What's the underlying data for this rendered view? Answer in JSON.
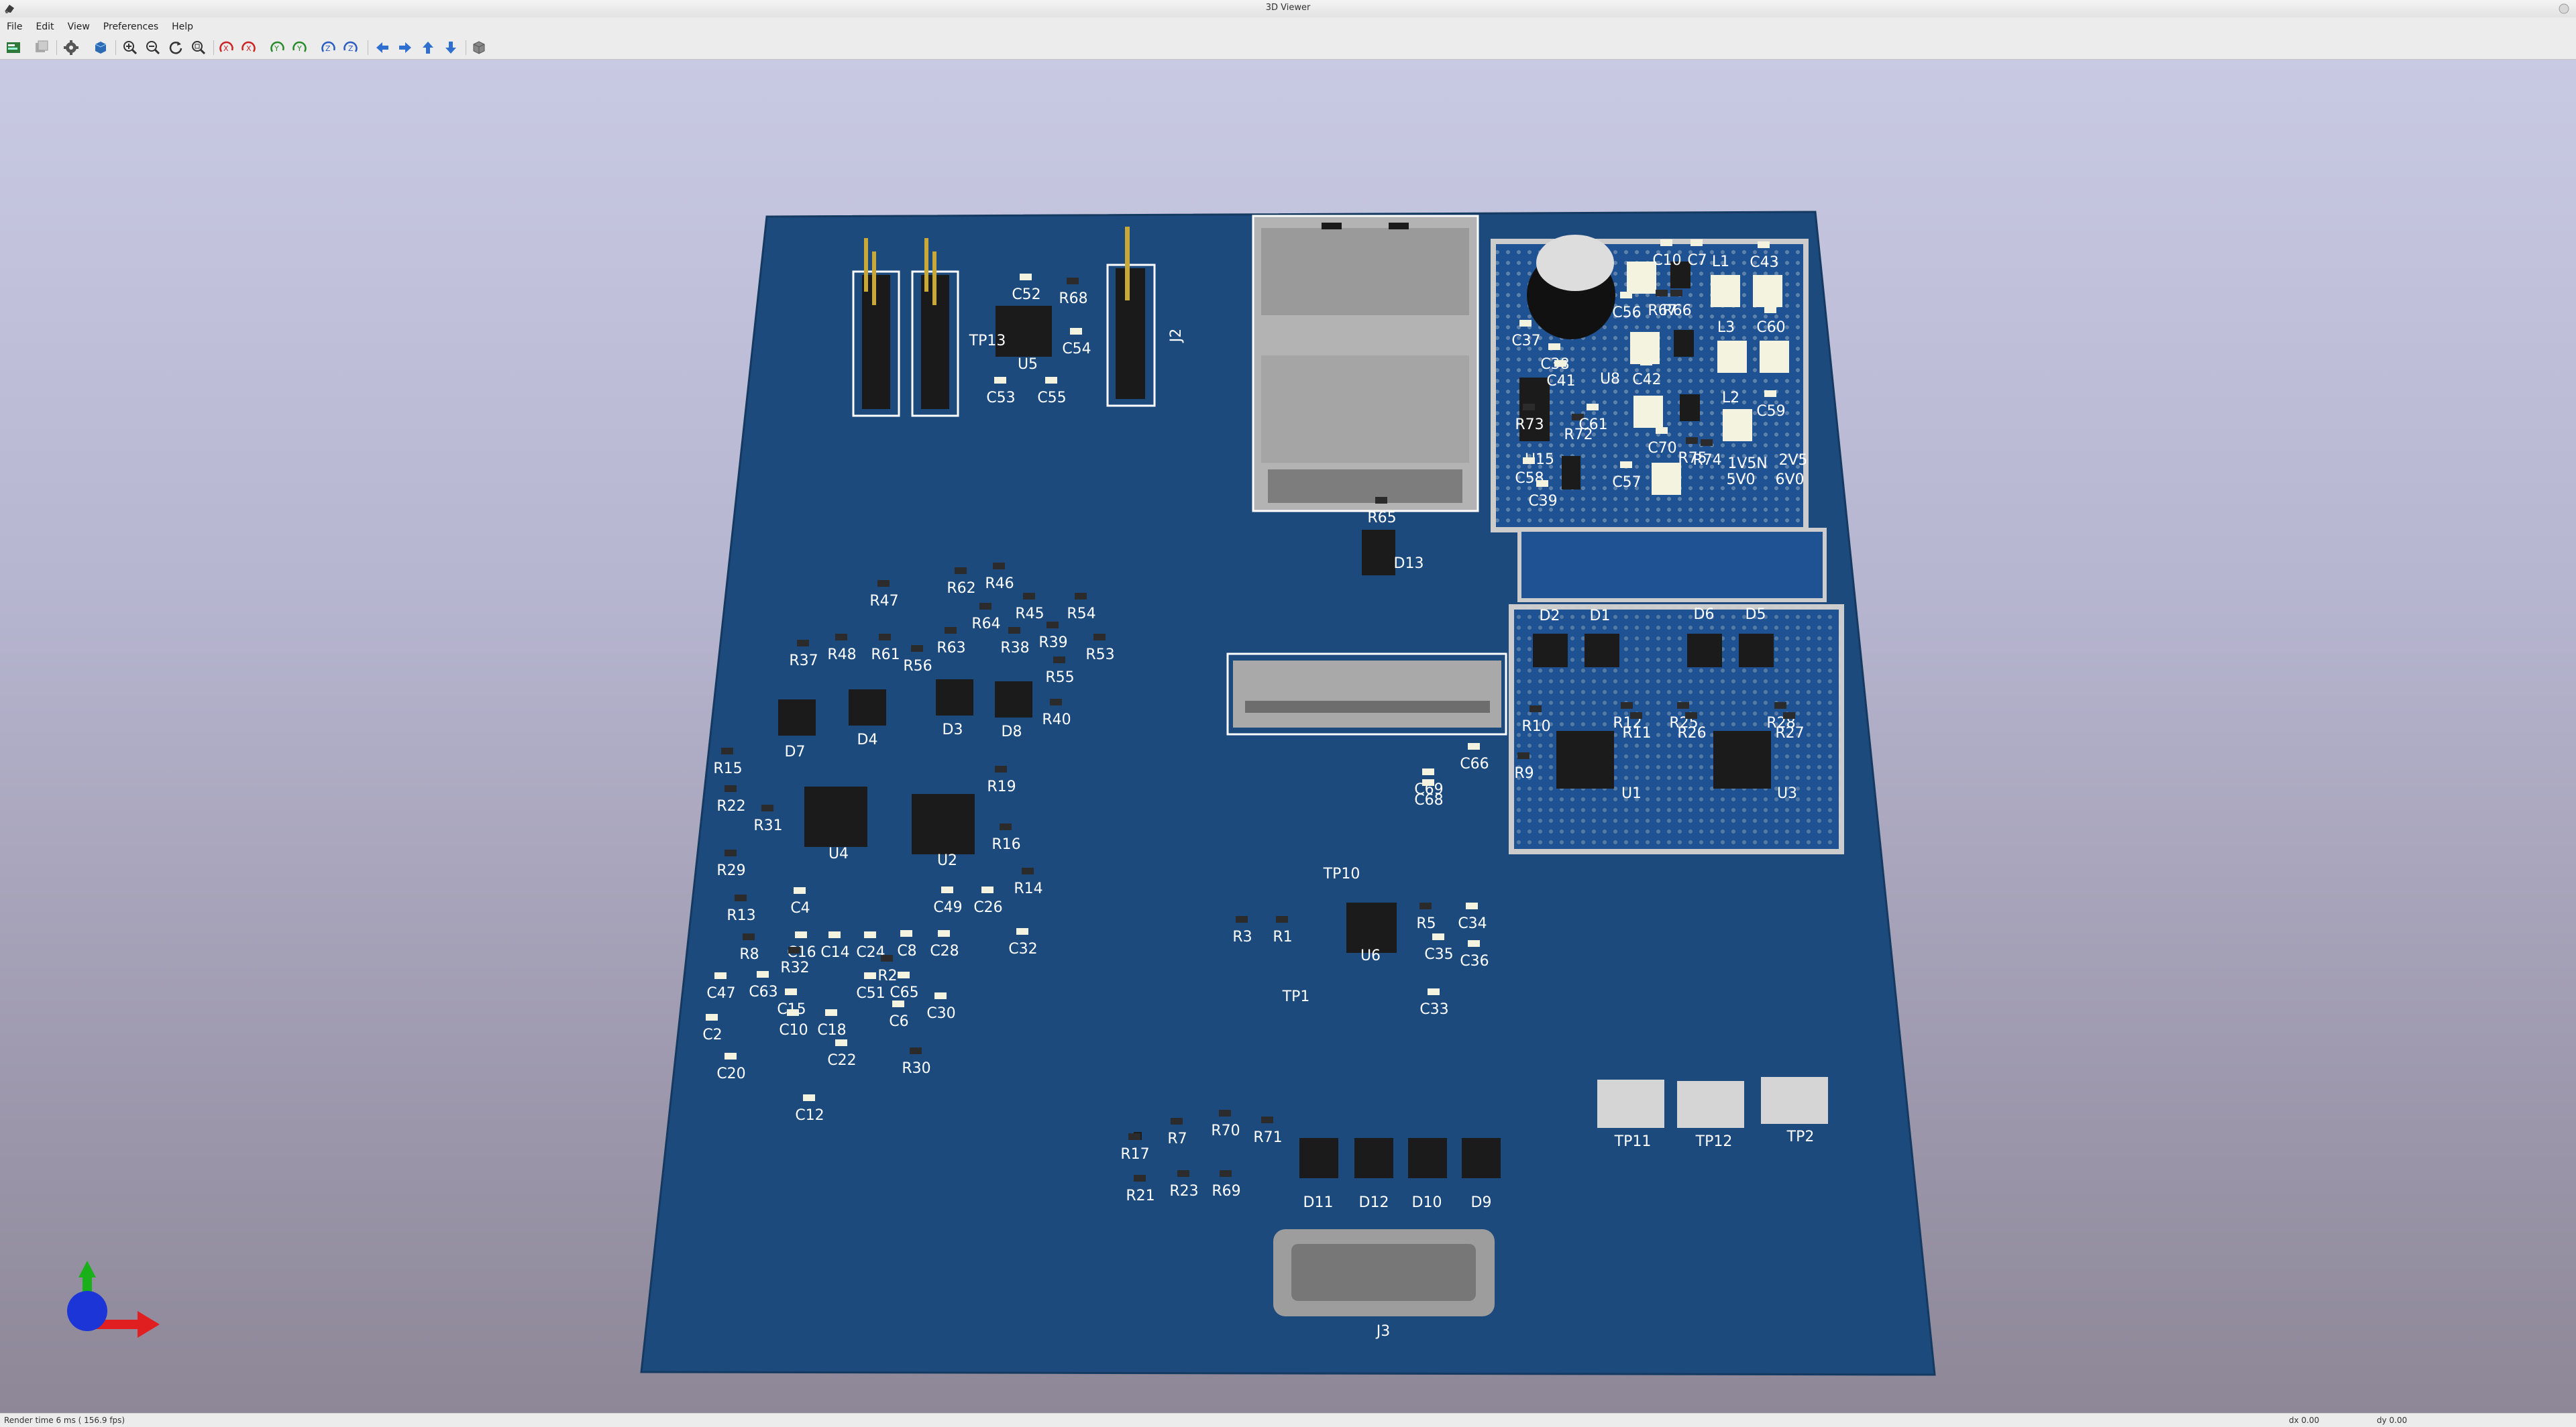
{
  "window": {
    "title": "3D Viewer"
  },
  "menu": {
    "items": [
      "File",
      "Edit",
      "View",
      "Preferences",
      "Help"
    ]
  },
  "toolbar": {
    "icons": [
      "render-options-icon",
      "copy-image-icon",
      "settings-gear-icon",
      "raytrace-toggle-icon",
      "zoom-in-icon",
      "zoom-out-icon",
      "redraw-icon",
      "zoom-fit-icon",
      "rotate-x-ccw-icon",
      "rotate-x-cw-icon",
      "rotate-y-ccw-icon",
      "rotate-y-cw-icon",
      "rotate-z-ccw-icon",
      "rotate-z-cw-icon",
      "move-left-icon",
      "move-right-icon",
      "move-up-icon",
      "move-down-icon",
      "orthographic-toggle-icon"
    ]
  },
  "colors": {
    "board": "#1c4a7c",
    "silkscreen": "#ffffff",
    "pad": "#c8c8c8",
    "background_top": "#c8c9e3",
    "background_bottom": "#8d8797"
  },
  "pcb": {
    "labels": [
      "C52",
      "R68",
      "C54",
      "U5",
      "C53",
      "C55",
      "J2",
      "R65",
      "D13",
      "C10",
      "C7",
      "L1",
      "C43",
      "C56",
      "R67",
      "R66",
      "C37",
      "L3",
      "C60",
      "C38",
      "C41",
      "U8",
      "C42",
      "L2",
      "C59",
      "R73",
      "R72",
      "C61",
      "C70",
      "U15",
      "C58",
      "C39",
      "C57",
      "R75",
      "R74",
      "1V5N",
      "2V5",
      "5V0",
      "6V0",
      "D2",
      "D1",
      "D6",
      "D5",
      "R10",
      "R12",
      "R11",
      "R25",
      "R26",
      "R28",
      "R27",
      "R9",
      "U1",
      "U3",
      "R47",
      "R62",
      "R46",
      "R45",
      "R54",
      "R64",
      "R37",
      "R48",
      "R61",
      "R63",
      "R39",
      "R38",
      "R53",
      "R56",
      "R55",
      "R40",
      "D7",
      "D4",
      "D3",
      "D8",
      "R15",
      "R22",
      "R31",
      "R19",
      "R16",
      "U4",
      "U2",
      "R29",
      "R13",
      "R14",
      "C4",
      "C49",
      "C26",
      "R8",
      "C16",
      "C14",
      "C24",
      "C8",
      "C28",
      "C32",
      "R32",
      "C47",
      "C63",
      "C15",
      "C51",
      "R2",
      "C65",
      "C30",
      "C2",
      "C10",
      "C18",
      "C6",
      "C20",
      "C22",
      "R30",
      "C12",
      "C69",
      "C68",
      "C66",
      "TP10",
      "R3",
      "R1",
      "R5",
      "C34",
      "U6",
      "C35",
      "C36",
      "TP1",
      "C33",
      "TP11",
      "TP12",
      "TP2",
      "R17",
      "R7",
      "R70",
      "R71",
      "R21",
      "R23",
      "R69",
      "D11",
      "D12",
      "D10",
      "D9",
      "J3",
      "TP13"
    ]
  },
  "status": {
    "render_time": "Render time 6 ms ( 156.9 fps)",
    "dx": "dx 0.00",
    "dy": "dy 0.00"
  }
}
